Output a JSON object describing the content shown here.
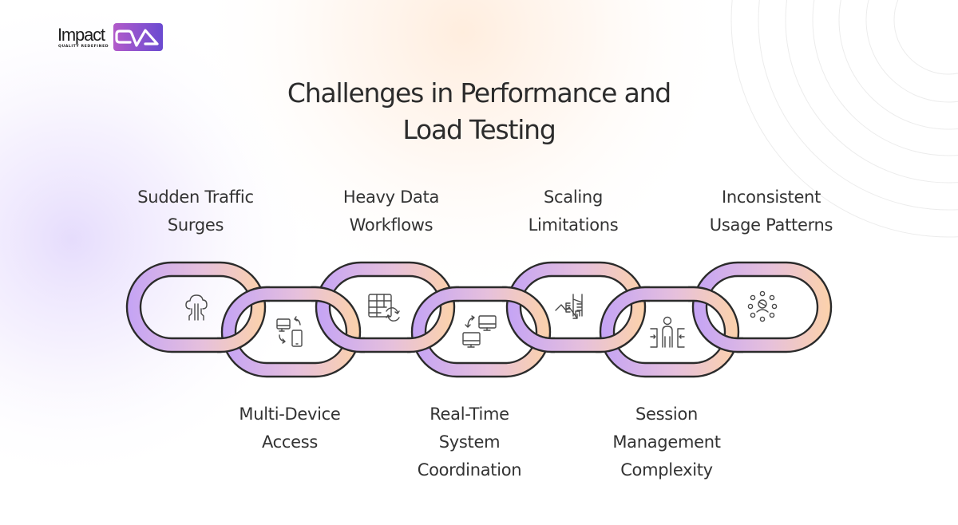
{
  "brand": {
    "name_word": "Impact",
    "name_badge": "QA",
    "tagline": "QUALITY REDEFINED",
    "badge_color_start": "#b25ac9",
    "badge_color_end": "#6a4ad0"
  },
  "title": {
    "line1": "Challenges in Performance and",
    "line2": "Load Testing"
  },
  "colors": {
    "link_purple": "#c4a3f5",
    "link_pink": "#e6c0dc",
    "link_peach": "#fcd2aa",
    "outline": "#2b2b2b",
    "icon": "#4a4a4a"
  },
  "challenges": [
    {
      "lines": [
        "Sudden Traffic",
        "Surges"
      ],
      "position": "top",
      "icon": "cloud-network-icon"
    },
    {
      "lines": [
        "Multi-Device",
        "Access"
      ],
      "position": "bottom",
      "icon": "device-sync-icon"
    },
    {
      "lines": [
        "Heavy Data",
        "Workflows"
      ],
      "position": "top",
      "icon": "table-refresh-icon"
    },
    {
      "lines": [
        "Real-Time",
        "System",
        "Coordination"
      ],
      "position": "bottom",
      "icon": "monitors-sync-icon"
    },
    {
      "lines": [
        "Scaling",
        "Limitations"
      ],
      "position": "top",
      "icon": "building-decline-icon"
    },
    {
      "lines": [
        "Session",
        "Management",
        "Complexity"
      ],
      "position": "bottom",
      "icon": "user-session-icon"
    },
    {
      "lines": [
        "Inconsistent",
        "Usage Patterns"
      ],
      "position": "top",
      "icon": "user-network-icon"
    }
  ]
}
